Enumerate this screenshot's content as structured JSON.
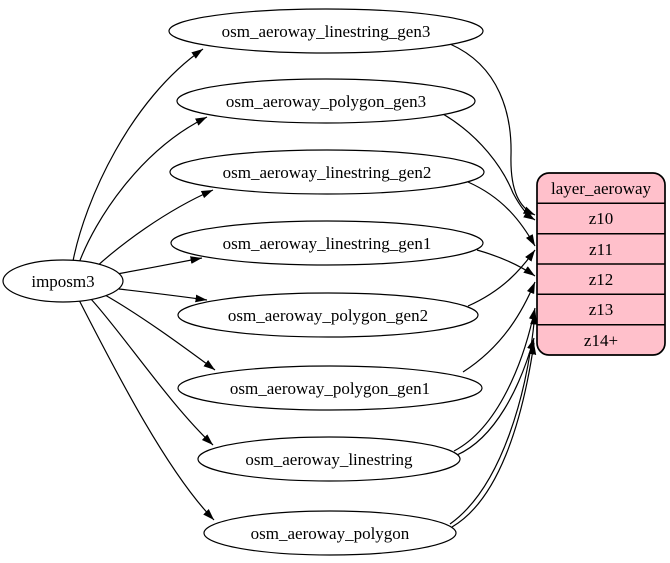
{
  "diagram": {
    "colors": {
      "layer_fill": "#ffc0cb",
      "table_fill": "#ffffff",
      "stroke": "#000000"
    },
    "source": {
      "label": "imposm3"
    },
    "tables": [
      {
        "label": "osm_aeroway_linestring_gen3"
      },
      {
        "label": "osm_aeroway_polygon_gen3"
      },
      {
        "label": "osm_aeroway_linestring_gen2"
      },
      {
        "label": "osm_aeroway_linestring_gen1"
      },
      {
        "label": "osm_aeroway_polygon_gen2"
      },
      {
        "label": "osm_aeroway_polygon_gen1"
      },
      {
        "label": "osm_aeroway_linestring"
      },
      {
        "label": "osm_aeroway_polygon"
      }
    ],
    "layer": {
      "title": "layer_aeroway",
      "rows": [
        {
          "label": "z10"
        },
        {
          "label": "z11"
        },
        {
          "label": "z12"
        },
        {
          "label": "z13"
        },
        {
          "label": "z14+"
        }
      ]
    },
    "edges": [
      {
        "from": "imposm3",
        "to": "osm_aeroway_linestring_gen3"
      },
      {
        "from": "imposm3",
        "to": "osm_aeroway_polygon_gen3"
      },
      {
        "from": "imposm3",
        "to": "osm_aeroway_linestring_gen2"
      },
      {
        "from": "imposm3",
        "to": "osm_aeroway_linestring_gen1"
      },
      {
        "from": "imposm3",
        "to": "osm_aeroway_polygon_gen2"
      },
      {
        "from": "imposm3",
        "to": "osm_aeroway_polygon_gen1"
      },
      {
        "from": "imposm3",
        "to": "osm_aeroway_linestring"
      },
      {
        "from": "imposm3",
        "to": "osm_aeroway_polygon"
      },
      {
        "from": "osm_aeroway_linestring_gen3",
        "to": "layer_aeroway:z10"
      },
      {
        "from": "osm_aeroway_polygon_gen3",
        "to": "layer_aeroway:z10"
      },
      {
        "from": "osm_aeroway_linestring_gen2",
        "to": "layer_aeroway:z11"
      },
      {
        "from": "osm_aeroway_polygon_gen2",
        "to": "layer_aeroway:z11"
      },
      {
        "from": "osm_aeroway_linestring_gen1",
        "to": "layer_aeroway:z12"
      },
      {
        "from": "osm_aeroway_polygon_gen1",
        "to": "layer_aeroway:z12"
      },
      {
        "from": "osm_aeroway_linestring",
        "to": "layer_aeroway:z13"
      },
      {
        "from": "osm_aeroway_linestring",
        "to": "layer_aeroway:z14+"
      },
      {
        "from": "osm_aeroway_polygon",
        "to": "layer_aeroway:z13"
      },
      {
        "from": "osm_aeroway_polygon",
        "to": "layer_aeroway:z14+"
      }
    ]
  }
}
